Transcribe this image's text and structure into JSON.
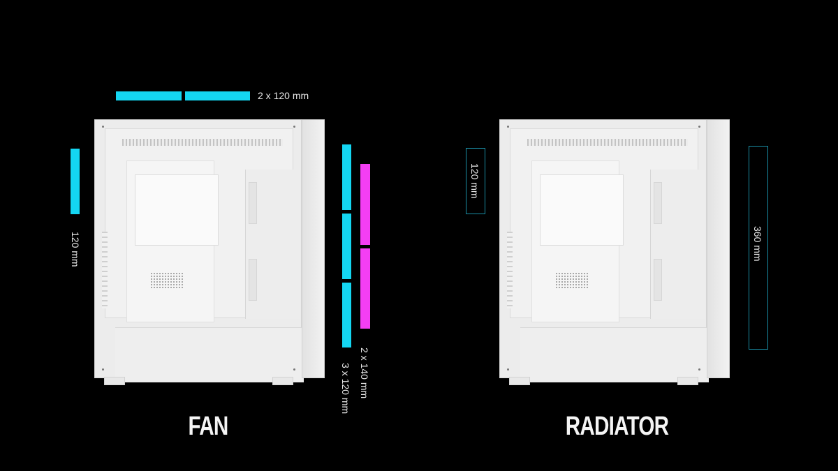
{
  "colors": {
    "background": "#000000",
    "fan_cyan": "#14d6f2",
    "fan_magenta": "#f43ef4",
    "radiator_outline": "#1a8fa6",
    "case": "#ececec"
  },
  "fan_panel": {
    "title": "FAN",
    "top": {
      "label": "2 x 120 mm",
      "segments": 2
    },
    "rear": {
      "label": "120 mm",
      "segments": 1
    },
    "front_120": {
      "label": "3 x 120 mm",
      "segments": 3
    },
    "front_140": {
      "label": "2 x 140 mm",
      "segments": 2
    }
  },
  "radiator_panel": {
    "title": "RADIATOR",
    "rear": {
      "label": "120 mm"
    },
    "front": {
      "label": "360 mm"
    }
  }
}
